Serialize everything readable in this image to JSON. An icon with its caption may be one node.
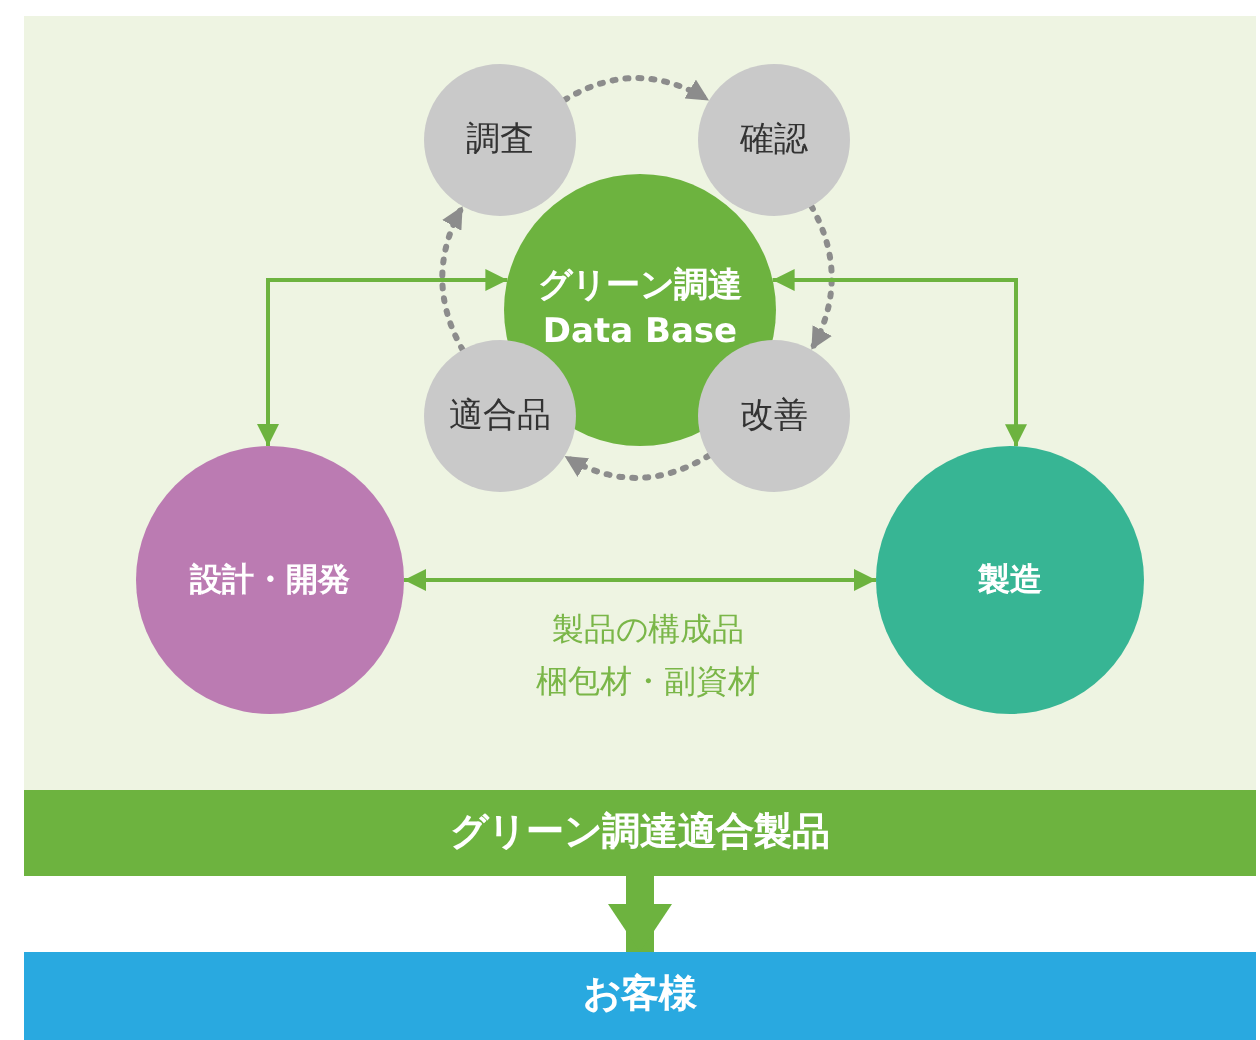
{
  "diagram": {
    "nodes": [
      {
        "text": [
          "調査"
        ]
      },
      {
        "text": [
          "確認"
        ]
      },
      {
        "text": [
          "グリーン調達 Data Base"
        ]
      },
      {
        "text": [
          "適合品"
        ]
      },
      {
        "text": [
          "改善"
        ]
      },
      {
        "text": [
          "設計・開発"
        ]
      },
      {
        "text": [
          "製造"
        ]
      },
      {
        "text": [
          "グリーン調達適合製品"
        ]
      },
      {
        "text": [
          "お客様"
        ]
      }
    ],
    "edges": [
      {
        "from": 0,
        "to": 1,
        "arrow": "to",
        "style": "dashed",
        "color": "#8c8c8c"
      },
      {
        "from": 1,
        "to": 4,
        "arrow": "to",
        "style": "dashed",
        "color": "#8c8c8c"
      },
      {
        "from": 4,
        "to": 3,
        "arrow": "to",
        "style": "dashed",
        "color": "#8c8c8c"
      },
      {
        "from": 3,
        "to": 0,
        "arrow": "to",
        "style": "dashed",
        "color": "#8c8c8c"
      },
      {
        "from": 5,
        "to": 2,
        "arrow": "both"
      },
      {
        "from": 6,
        "to": 2,
        "arrow": "both"
      },
      {
        "from": 5,
        "to": 6,
        "arrow": "both",
        "label": "製品の構成品梱包材・副資材"
      },
      {
        "from": 7,
        "to": 8,
        "arrow": "to",
        "style": "thick"
      }
    ]
  }
}
